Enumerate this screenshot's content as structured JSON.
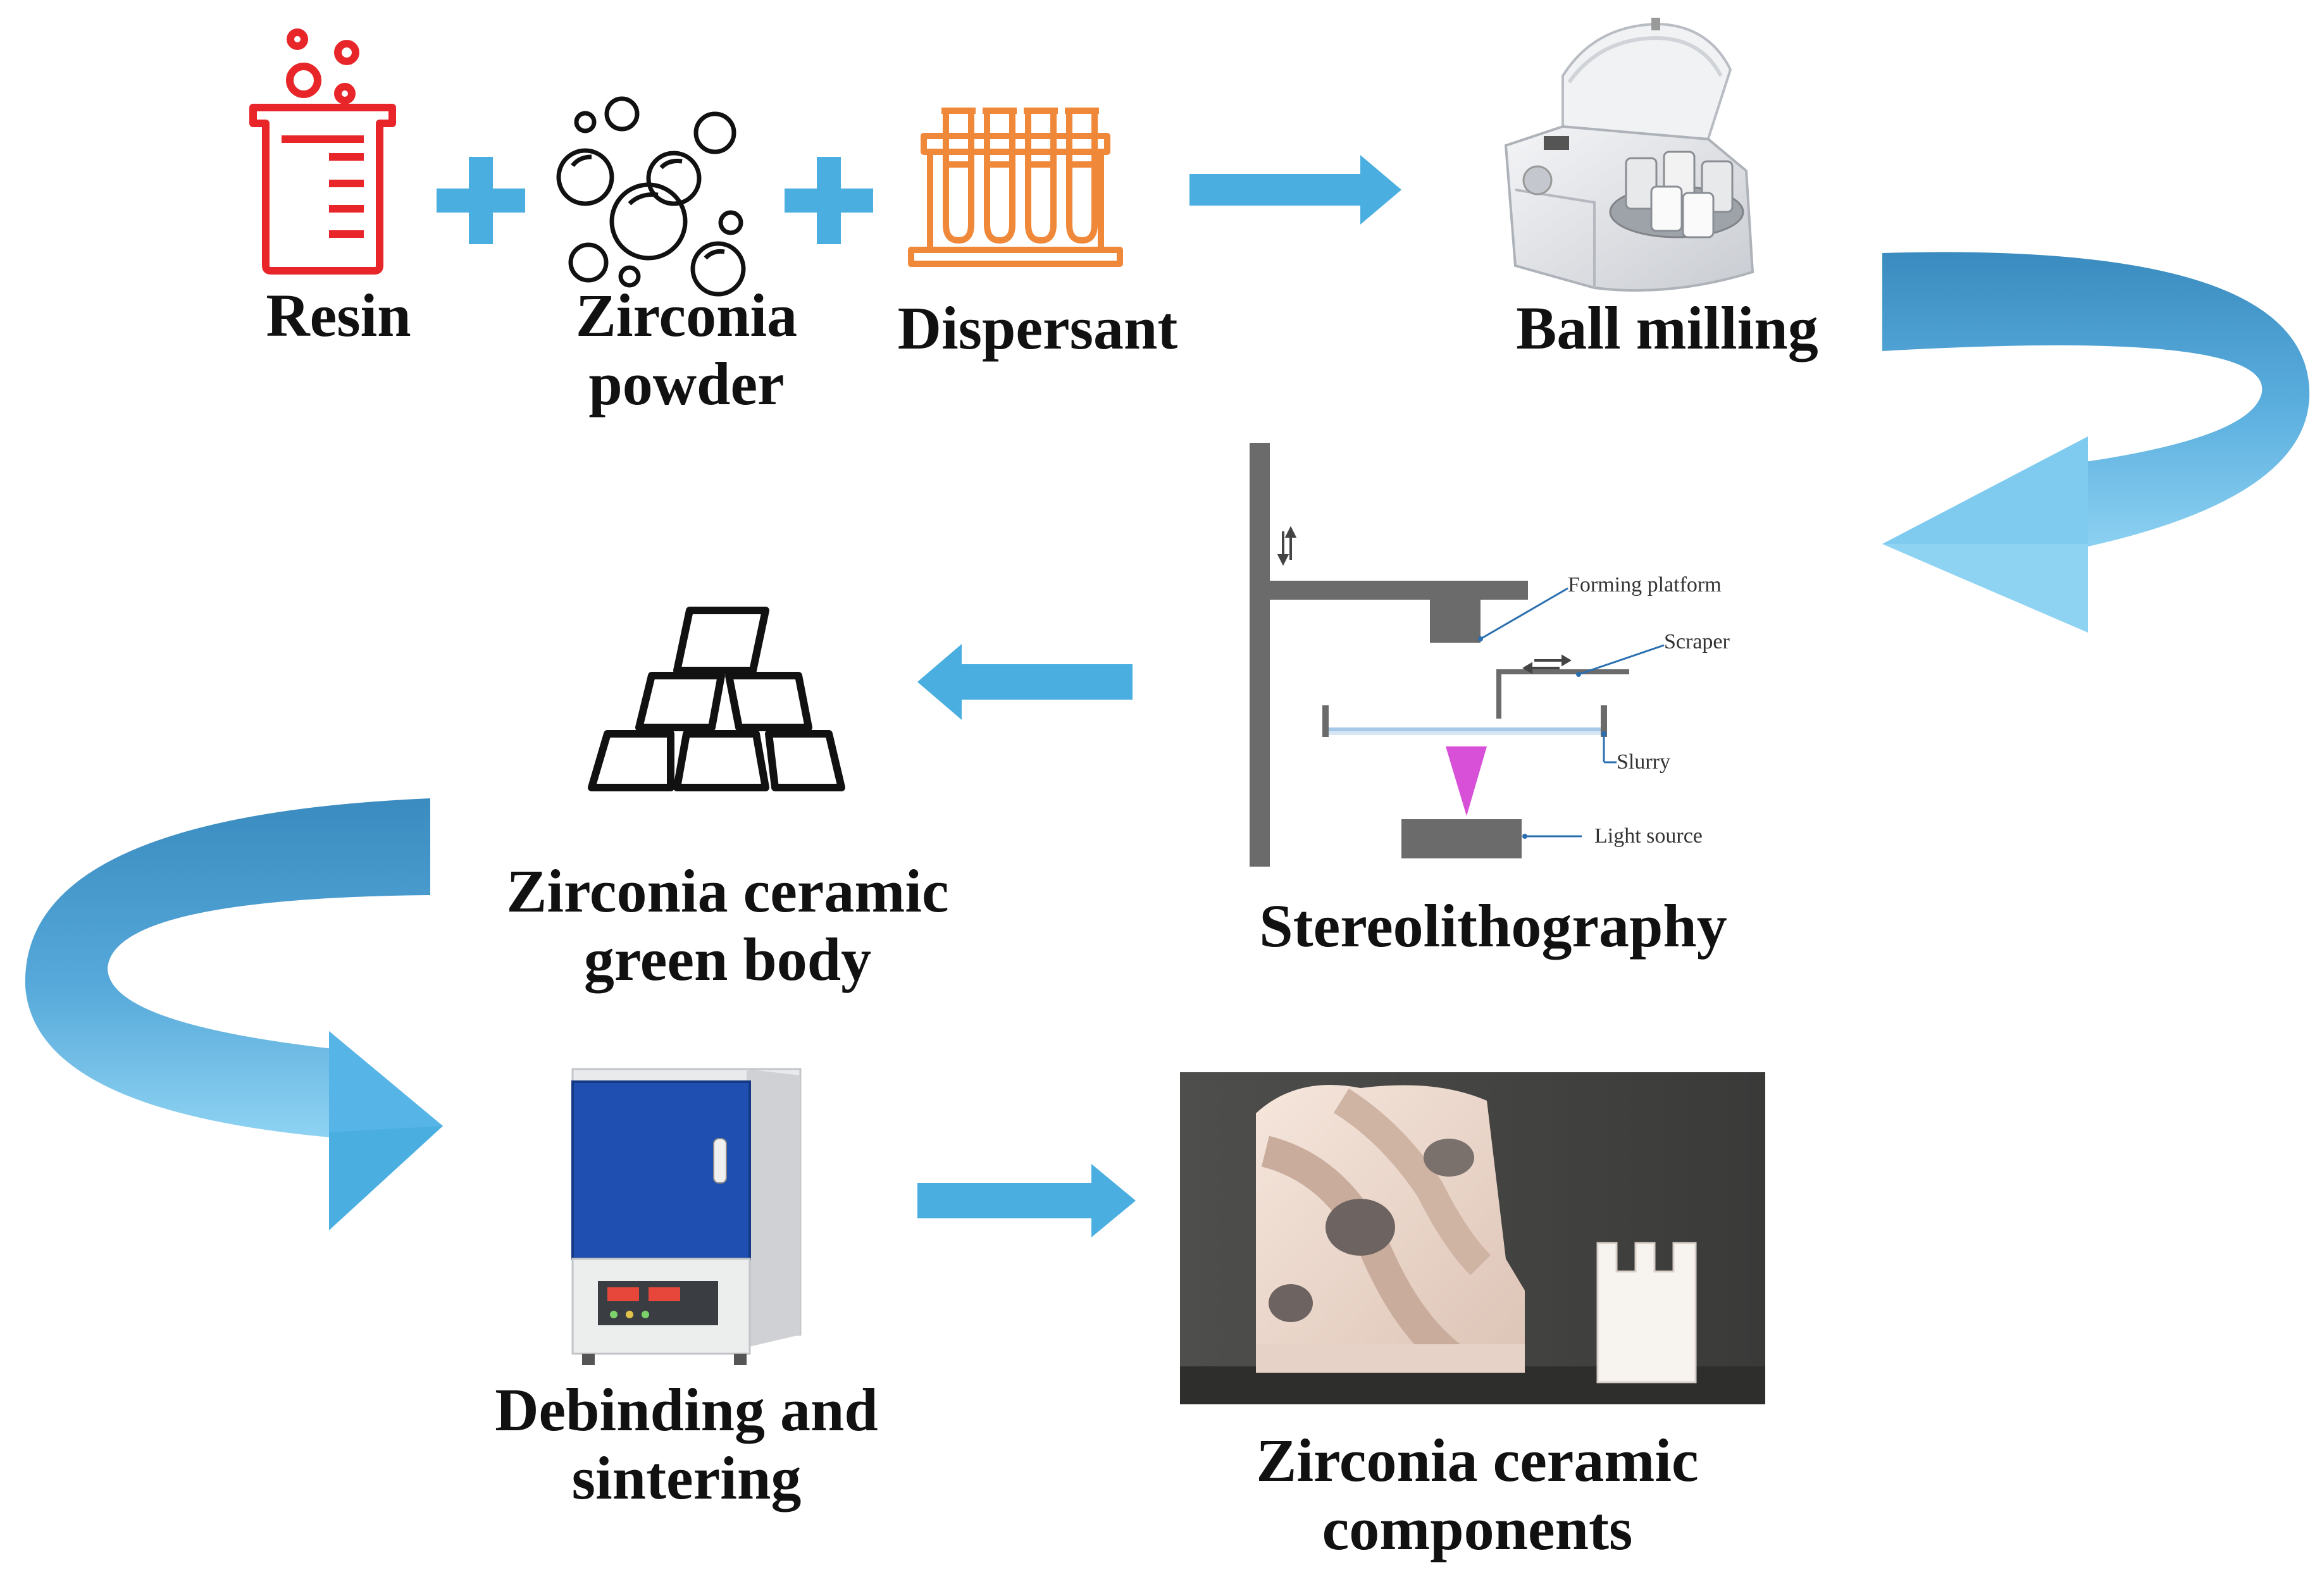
{
  "steps": {
    "resin": "Resin",
    "zirconia_powder": [
      "Zirconia",
      "powder"
    ],
    "dispersant": "Dispersant",
    "ball_milling": "Ball milling",
    "stereolithography": "Stereolithography",
    "green_body": [
      "Zirconia ceramic",
      "green body"
    ],
    "debinding": [
      "Debinding and",
      "sintering"
    ],
    "components": [
      "Zirconia ceramic",
      "components"
    ]
  },
  "sla_callouts": {
    "forming_platform": "Forming platform",
    "scraper": "Scraper",
    "slurry": "Slurry",
    "light_source": "Light source"
  },
  "icons": [
    "beaker-icon",
    "bubbles-icon",
    "test-tube-rack-icon",
    "ball-mill-machine",
    "sla-printer-schematic",
    "stacked-blocks-icon",
    "sintering-furnace",
    "ceramic-components-photo"
  ],
  "colors": {
    "resin_icon": "#e8262a",
    "dispersant_icon": "#f0883a",
    "arrow": "#4aaee0",
    "curved_arrow_dark": "#3a8bbf",
    "curved_arrow_light": "#7ecbef",
    "uv_beam": "#d84fd8",
    "furnace_door": "#1f4fb0"
  }
}
